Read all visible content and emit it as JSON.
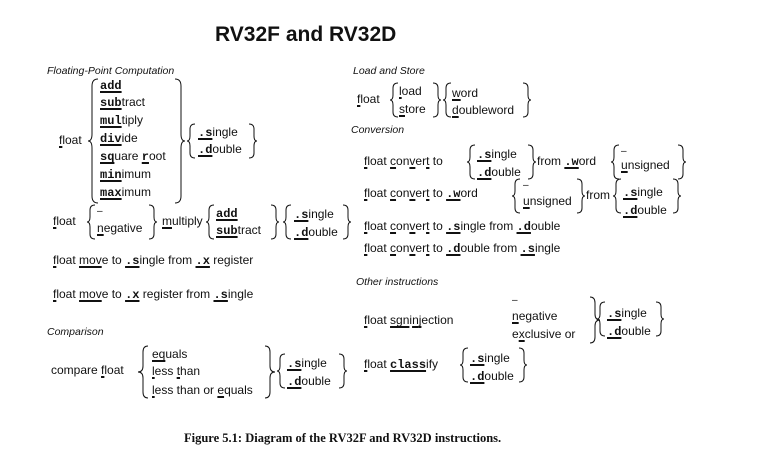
{
  "title": "RV32F and RV32D",
  "caption": "Figure 5.1: Diagram of the RV32F and RV32D instructions.",
  "sections": {
    "fp_computation": "Floating-Point  Computation",
    "load_store": "Load and Store",
    "conversion": "Conversion",
    "comparison": "Comparison",
    "other": "Other instructions"
  },
  "fp_ops": [
    {
      "key": "add",
      "rest": ""
    },
    {
      "key": "sub",
      "rest": "tract"
    },
    {
      "key": "mul",
      "rest": "tiply"
    },
    {
      "key": "div",
      "rest": "ide"
    },
    {
      "key": "sq",
      "rest": "uare ",
      "key2": "r",
      "rest2": "oot"
    },
    {
      "key": "min",
      "rest": "imum"
    },
    {
      "key": "max",
      "rest": "imum"
    }
  ],
  "precision": {
    "single_key": ".s",
    "single_rest": "ingle",
    "double_key": ".d",
    "double_rest": "ouble"
  },
  "fused": {
    "float_key": "f",
    "float_rest": "loat",
    "neg_bar": "–",
    "neg_key": "n",
    "neg_rest": "egative",
    "mul_key": "m",
    "mul_rest": "ultiply",
    "add": "add",
    "sub": "sub",
    "sub_rest": "tract"
  },
  "move1": {
    "a": "f",
    "b": "loat ",
    "c": "mov",
    "d": "e to ",
    "e": ".s",
    "f": "ingle from ",
    "g": ".x",
    "h": " register"
  },
  "move2": {
    "a": "f",
    "b": "loat ",
    "c": "mov",
    "d": "e to ",
    "e": ".x",
    "f": " register from ",
    "g": ".s",
    "h": "ingle"
  },
  "compare": {
    "label_a": "compare ",
    "label_key": "f",
    "label_rest": "loat",
    "items": [
      {
        "key": "eq",
        "rest": "uals"
      },
      {
        "key": "l",
        "rest": "ess ",
        "key2": "t",
        "rest2": "han"
      },
      {
        "key": "l",
        "rest": "ess than or ",
        "key2": "e",
        "rest2": "quals"
      }
    ]
  },
  "loadstore": {
    "float_key": "f",
    "float_rest": "loat",
    "load_key": "l",
    "load_rest": "oad",
    "store_key": "s",
    "store_rest": "tore",
    "word_key": "w",
    "word_rest": "ord",
    "dword_key": "d",
    "dword_rest": "oubleword"
  },
  "conv1": {
    "f": "f",
    "loat": "loat ",
    "c": "c",
    "on": "on",
    "v": "v",
    "er": "er",
    "t": "t",
    "to": " to ",
    "from": " from ",
    "w": ".w",
    "ord": "ord",
    "bar": "–",
    "u": "u",
    "nsigned": "nsigned"
  },
  "conv2": {
    "to": " to ",
    "w": ".w",
    "ord": "ord",
    "from": "from"
  },
  "conv3": {
    "text_to": " to ",
    "s": ".s",
    "ingle_from": "ingle from ",
    "d": ".d",
    "ouble": "ouble"
  },
  "conv4": {
    "text_to": " to ",
    "d": ".d",
    "ouble_from": "ouble from ",
    "s": ".s",
    "ingle": "ingle"
  },
  "sign": {
    "f": "f",
    "loat": "loat ",
    "sgn": "sgn",
    "i": "i",
    "n": "n",
    "j": "j",
    "ection": "ection",
    "bar": "–",
    "neg_key": "n",
    "neg_rest": "egative",
    "x_pre": "e",
    "x_key": "x",
    "x_rest": "clusive or"
  },
  "classify": {
    "f": "f",
    "loat": "loat ",
    "key": "class",
    "rest": "ify"
  }
}
